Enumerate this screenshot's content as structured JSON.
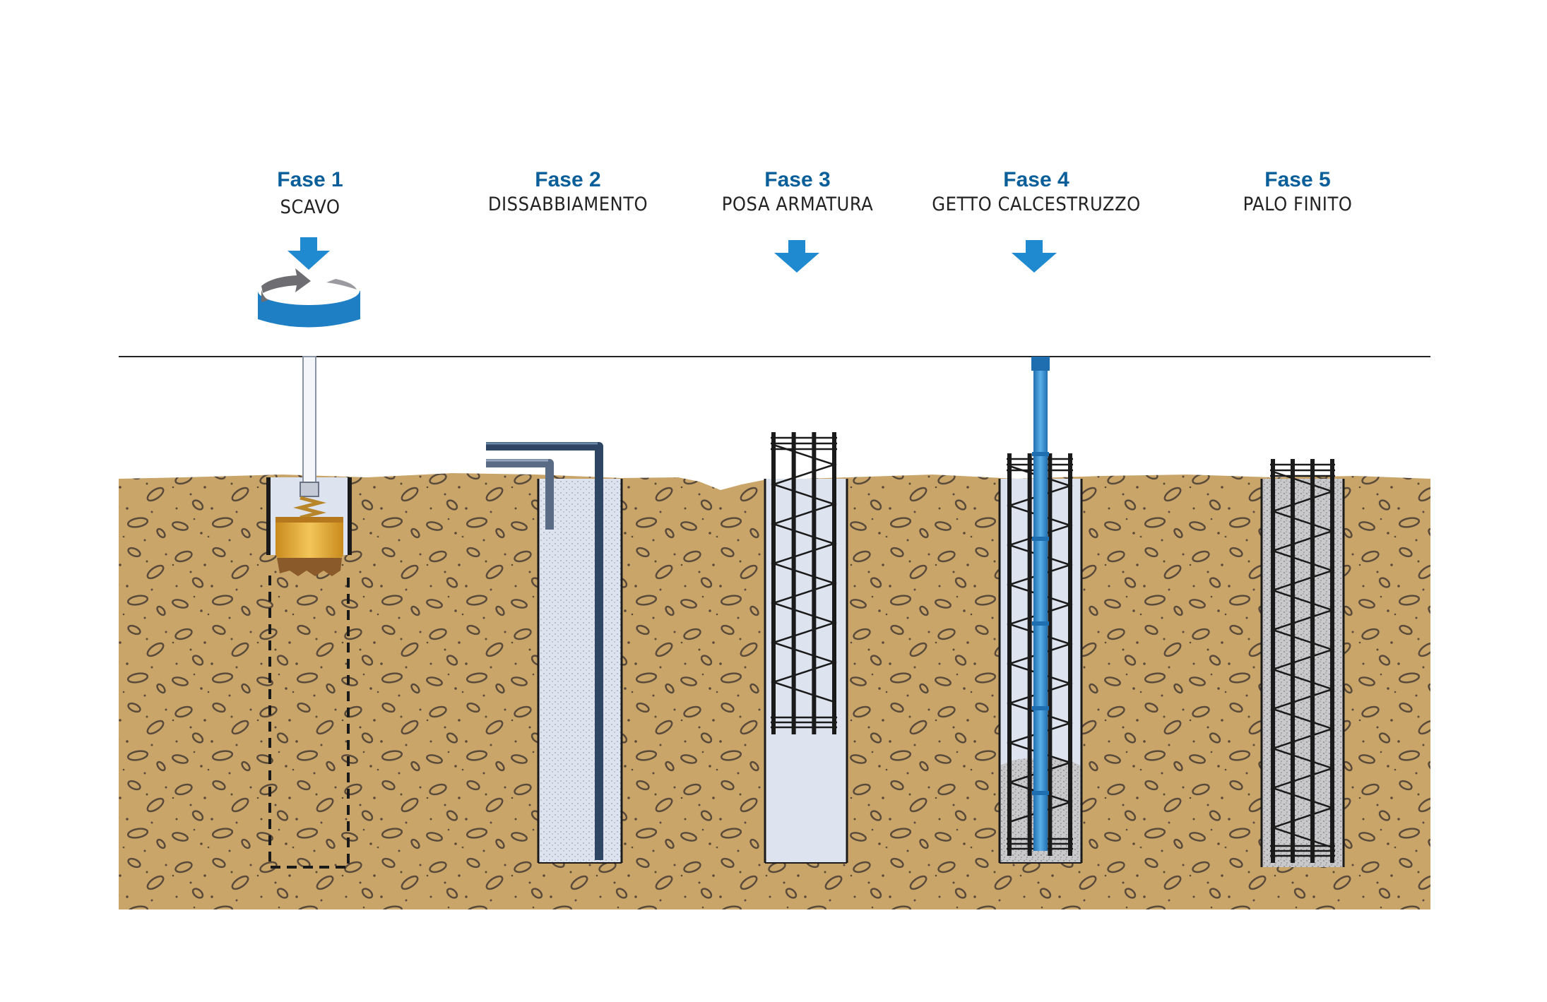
{
  "phases": [
    {
      "title": "Fase 1",
      "subtitle": "SCAVO"
    },
    {
      "title": "Fase 2",
      "subtitle": "DISSABBIAMENTO"
    },
    {
      "title": "Fase 3",
      "subtitle": "POSA ARMATURA"
    },
    {
      "title": "Fase 4",
      "subtitle": "GETTO CALCESTRUZZO"
    },
    {
      "title": "Fase 5",
      "subtitle": "PALO FINITO"
    }
  ],
  "colors": {
    "title": "#0a5f9a",
    "arrow": "#1f8ad0",
    "soil": "#c9a56a",
    "slurry": "#dde3ef",
    "concrete": "#c9c9cc",
    "rebar": "#1a1a1a",
    "pipe": "#3d5370",
    "bucket": "#e0a930"
  }
}
